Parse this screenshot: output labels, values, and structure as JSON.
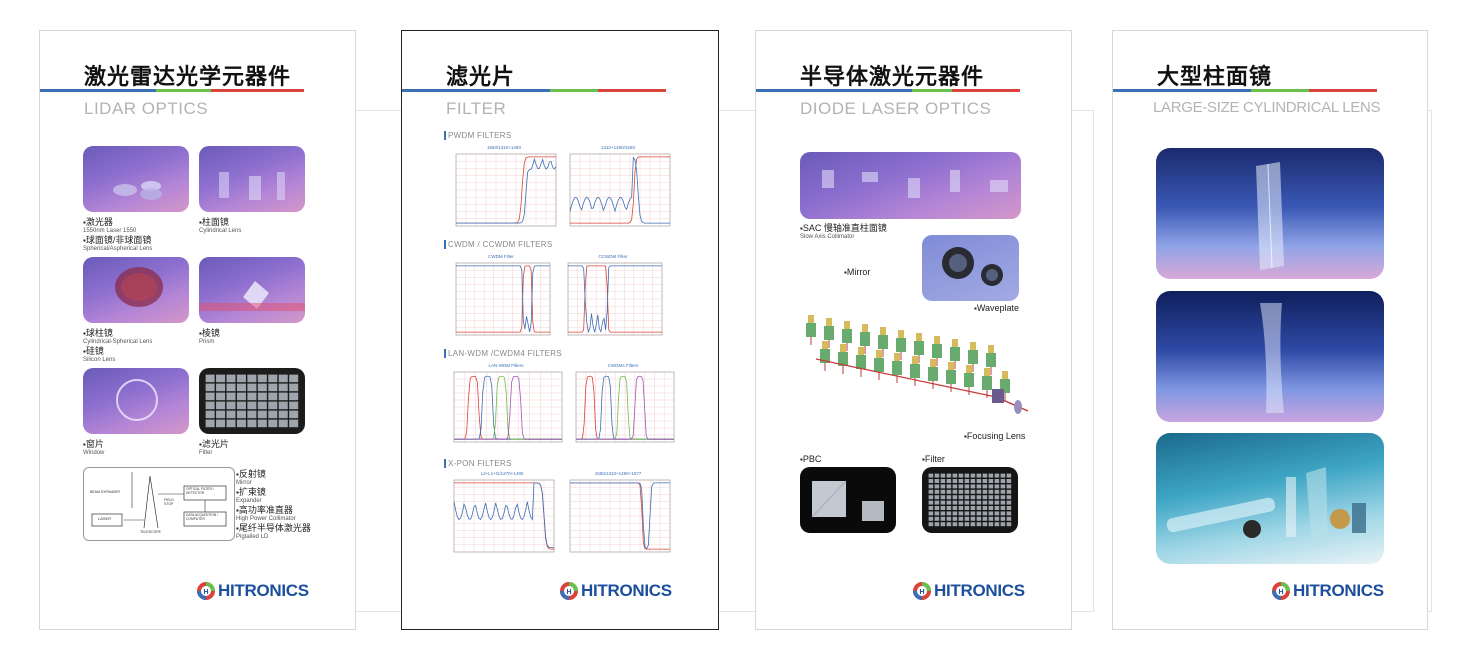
{
  "brand": {
    "name": "HITRONICS",
    "colors": {
      "blue": "#3b6fb6",
      "green": "#6bbf4e",
      "red": "#d9433a",
      "logo": "#1c4f9c"
    }
  },
  "panels": [
    {
      "title_cn": "激光雷达光学元器件",
      "title_en": "LIDAR OPTICS",
      "items": [
        {
          "cn": "激光器",
          "en": "1550nm Laser 1550"
        },
        {
          "cn": "球面镜/非球面镜",
          "en": "Spherical/Aspherical Lens"
        },
        {
          "cn": "柱面镜",
          "en": "Cylindrical Lens"
        },
        {
          "cn": "球柱镜",
          "en": "Cylindrical-Spherical Lens"
        },
        {
          "cn": "硅镜",
          "en": "Silicon Lens"
        },
        {
          "cn": "棱镜",
          "en": "Prism"
        },
        {
          "cn": "窗片",
          "en": "Window"
        },
        {
          "cn": "滤光片",
          "en": "Filter"
        },
        {
          "cn": "反射镜",
          "en": "Mirror"
        },
        {
          "cn": "扩束镜",
          "en": "Expander"
        },
        {
          "cn": "高功率准直器",
          "en": "High Power Collimator"
        },
        {
          "cn": "尾纤半导体激光器",
          "en": "Pigtailed LD"
        }
      ],
      "diagram": {
        "laser": "LASER",
        "beam": "BEAM EXPANDER",
        "telescope": "TELESCOPE",
        "field": "FIELD STOP",
        "detector": "OPTICAL FILTER / DETECTOR",
        "daq": "DATA ACQUISITION / COMPUTER"
      }
    },
    {
      "title_cn": "滤光片",
      "title_en": "FILTER",
      "sections": [
        "PWDM FILTERS",
        "CWDM / CCWDM FILTERS",
        "LAN-WDM /CWDM4 FILTERS",
        "X-PON FILTERS"
      ],
      "chart_titles": [
        "1550/1310+1490",
        "1310+1490/1550",
        "CWDM Filter",
        "CCWDM Filter",
        "LAN-WDM Filters",
        "CWDM4 Filters",
        "L2+L1+G/1270+1490",
        "1550/1310+1490+1577"
      ]
    },
    {
      "title_cn": "半导体激光元器件",
      "title_en": "DIODE LASER OPTICS",
      "items": [
        {
          "cn": "SAC 慢轴准直柱面镜",
          "en": "Slow Axis Collimator"
        },
        {
          "cn": "Mirror"
        },
        {
          "cn": "Waveplate"
        },
        {
          "cn": "Focusing Lens"
        },
        {
          "cn": "PBC"
        },
        {
          "cn": "Filter"
        }
      ]
    },
    {
      "title_cn": "大型柱面镜",
      "title_en": "LARGE-SIZE CYLINDRICAL LENS"
    }
  ]
}
